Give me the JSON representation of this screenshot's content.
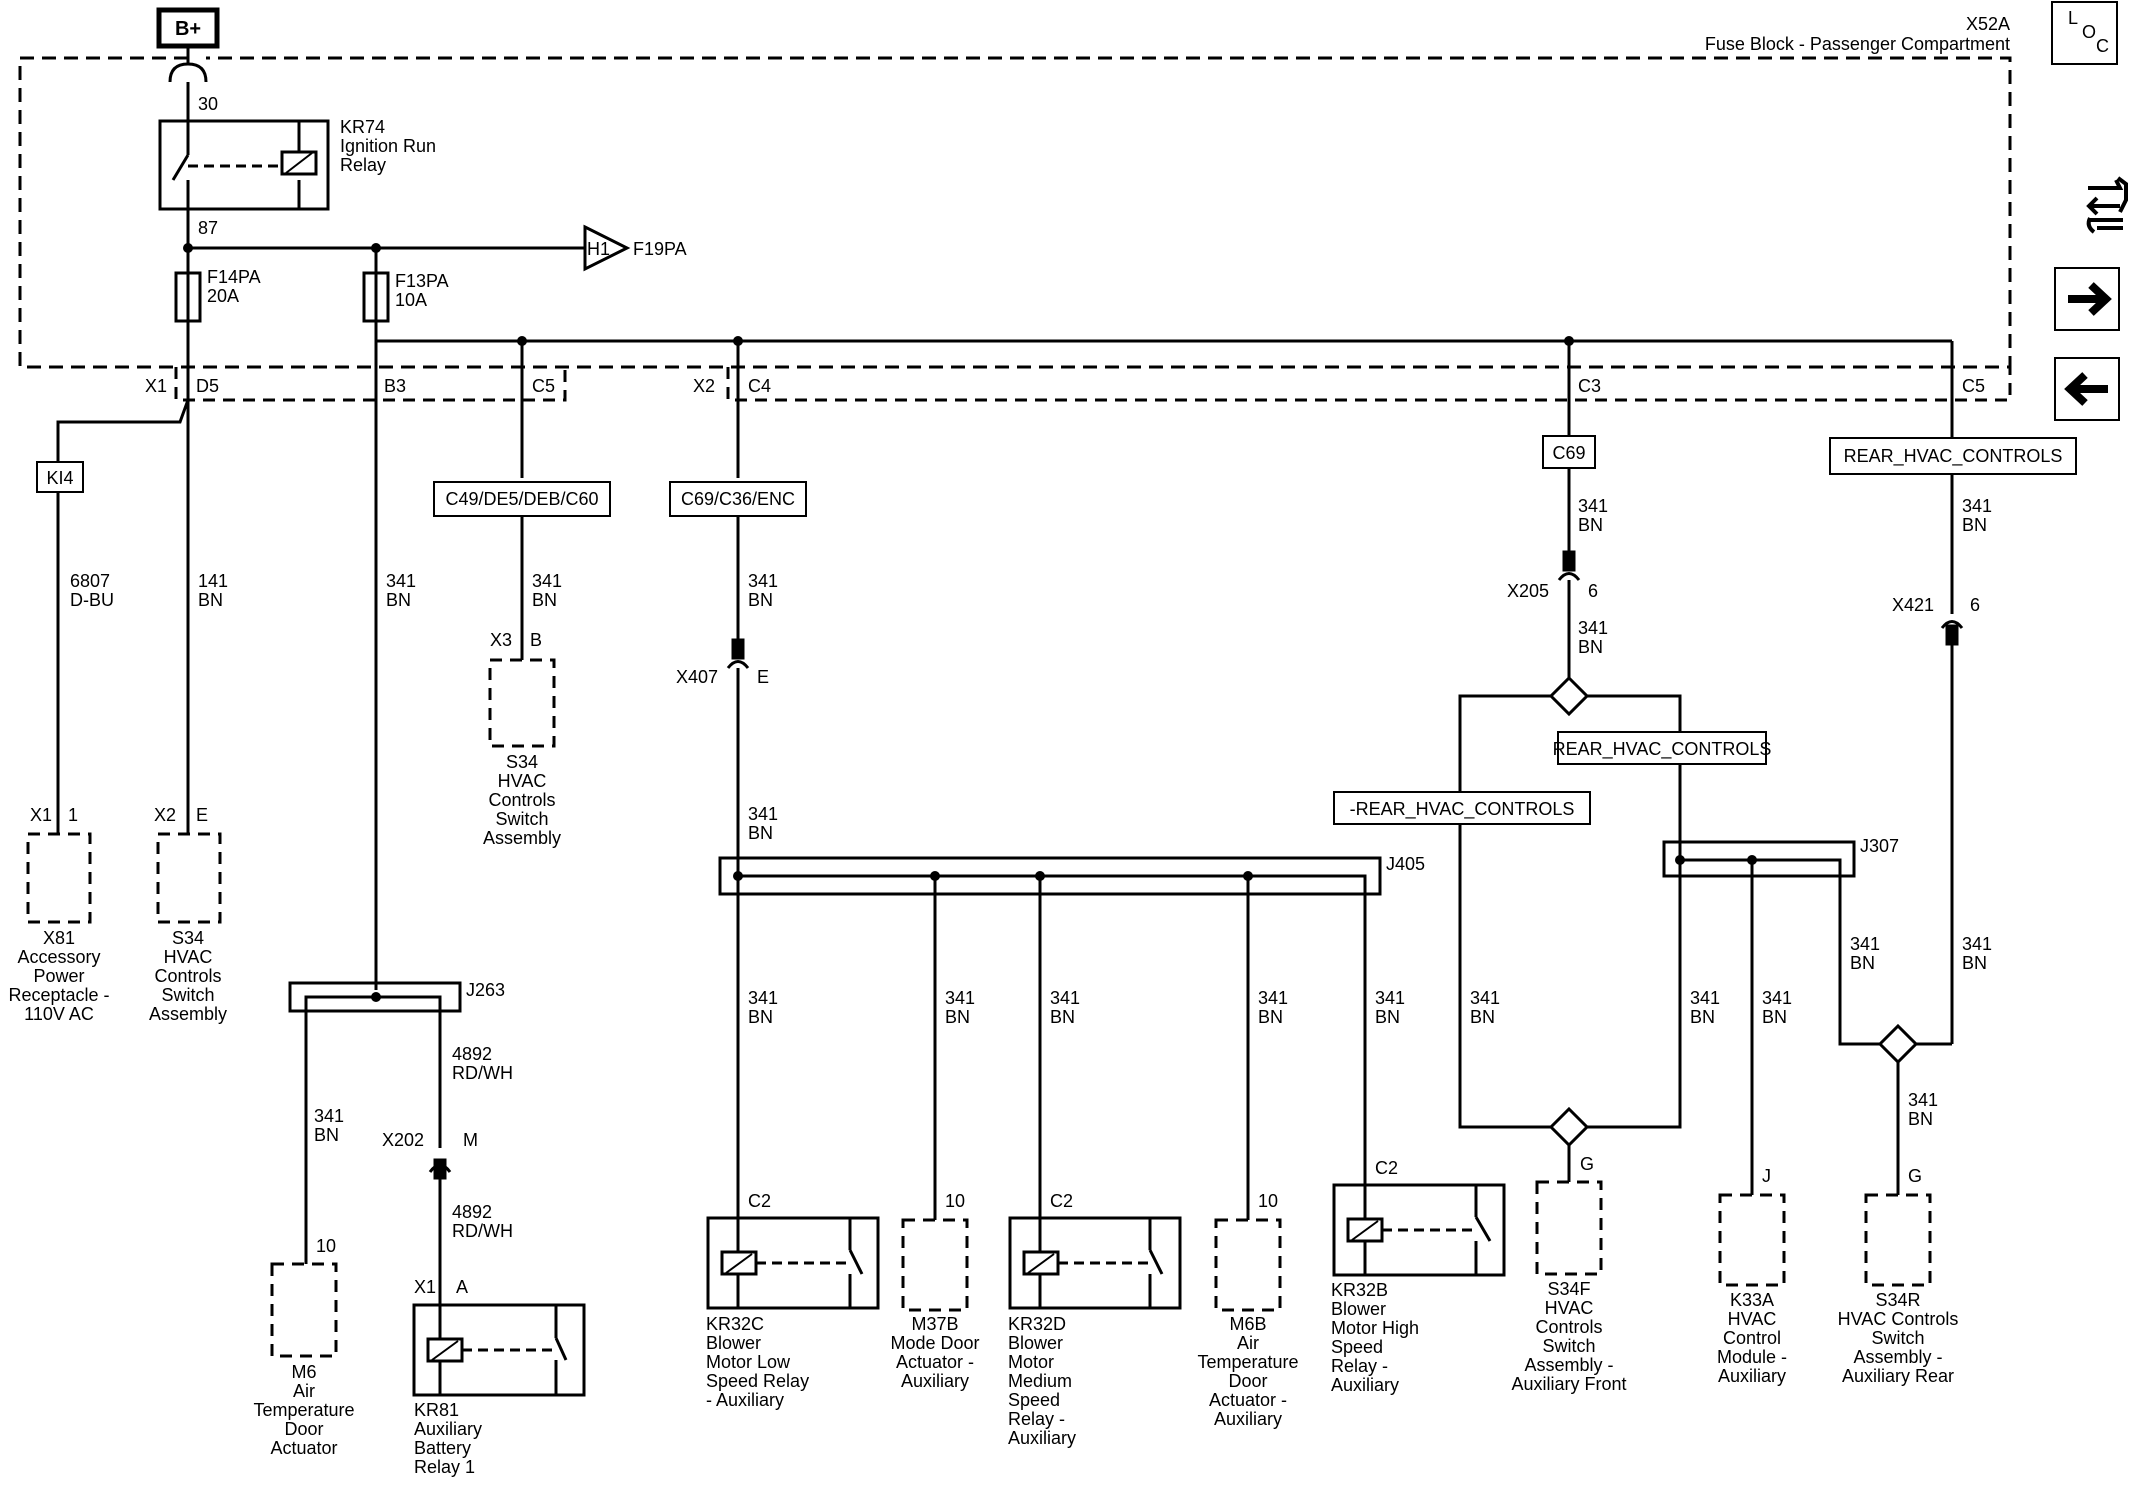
{
  "header": {
    "battery": "B+",
    "block_id": "X52A",
    "block_name": "Fuse Block - Passenger Compartment",
    "loc": [
      "L",
      "O",
      "C"
    ]
  },
  "side_icons": [
    "schematic-tools-icon",
    "arrow-right-icon",
    "arrow-left-icon"
  ],
  "relay_main": {
    "pin_in": "30",
    "pin_out": "87",
    "id": "KR74",
    "name_1": "Ignition Run",
    "name_2": "Relay"
  },
  "fuses": [
    {
      "id": "F14PA",
      "rating": "20A"
    },
    {
      "id": "F13PA",
      "rating": "10A"
    }
  ],
  "offpage": {
    "pin": "H1",
    "label": "F19PA"
  },
  "connectors": {
    "x1": "X1",
    "d5": "D5",
    "b3": "B3",
    "c5a": "C5",
    "x2": "X2",
    "c4": "C4",
    "c3": "C3",
    "c5b": "C5"
  },
  "options": {
    "kl4": "KI4",
    "c49": "C49/DE5/DEB/C60",
    "c69enc": "C69/C36/ENC",
    "c69": "C69",
    "rear1": "REAR_HVAC_CONTROLS",
    "rear2": "REAR_HVAC_CONTROLS",
    "notrear": "-REAR_HVAC_CONTROLS"
  },
  "wires": {
    "w6807_num": "6807",
    "w6807_color": "D-BU",
    "w141_num": "141",
    "w141_color": "BN",
    "w341": "341",
    "bn": "BN",
    "w4892": "4892",
    "rdwh": "RD/WH"
  },
  "inline": {
    "x205": "X205",
    "x205_pin": "6",
    "x421": "X421",
    "x421_pin": "6",
    "x407": "X407",
    "x407_pin": "E",
    "x202": "X202",
    "x202_pin": "M"
  },
  "splices": {
    "j263": "J263",
    "j405": "J405",
    "j307": "J307"
  },
  "components": {
    "x81": {
      "conn": "X1",
      "pin": "1",
      "lines": [
        "X81",
        "Accessory",
        "Power",
        "Receptacle -",
        "110V AC"
      ]
    },
    "s34a": {
      "conn": "X2",
      "pin": "E",
      "lines": [
        "S34",
        "HVAC",
        "Controls",
        "Switch",
        "Assembly"
      ]
    },
    "s34b": {
      "conn": "X3",
      "pin": "B",
      "lines": [
        "S34",
        "HVAC",
        "Controls",
        "Switch",
        "Assembly"
      ]
    },
    "m6": {
      "pin": "10",
      "lines": [
        "M6",
        "Air",
        "Temperature",
        "Door",
        "Actuator"
      ]
    },
    "kr81": {
      "conn": "X1",
      "pin": "A",
      "lines": [
        "KR81",
        "Auxiliary",
        "Battery",
        "Relay 1"
      ]
    },
    "kr32c": {
      "pin": "C2",
      "lines": [
        "KR32C",
        "Blower",
        "Motor Low",
        "Speed Relay",
        "- Auxiliary"
      ]
    },
    "m37b": {
      "pin": "10",
      "lines": [
        "M37B",
        "Mode Door",
        "Actuator -",
        "Auxiliary"
      ]
    },
    "kr32d": {
      "pin": "C2",
      "lines": [
        "KR32D",
        "Blower",
        "Motor",
        "Medium",
        "Speed",
        "Relay -",
        "Auxiliary"
      ]
    },
    "m6b": {
      "pin": "10",
      "lines": [
        "M6B",
        "Air",
        "Temperature",
        "Door",
        "Actuator -",
        "Auxiliary"
      ]
    },
    "kr32b": {
      "pin": "C2",
      "lines": [
        "KR32B",
        "Blower",
        "Motor High",
        "Speed",
        "Relay -",
        "Auxiliary"
      ]
    },
    "s34f": {
      "pin": "G",
      "lines": [
        "S34F",
        "HVAC",
        "Controls",
        "Switch",
        "Assembly -",
        "Auxiliary Front"
      ]
    },
    "k33a": {
      "pin": "J",
      "lines": [
        "K33A",
        "HVAC",
        "Control",
        "Module -",
        "Auxiliary"
      ]
    },
    "s34r": {
      "pin": "G",
      "lines": [
        "S34R",
        "HVAC Controls",
        "Switch",
        "Assembly -",
        "Auxiliary Rear"
      ]
    }
  }
}
